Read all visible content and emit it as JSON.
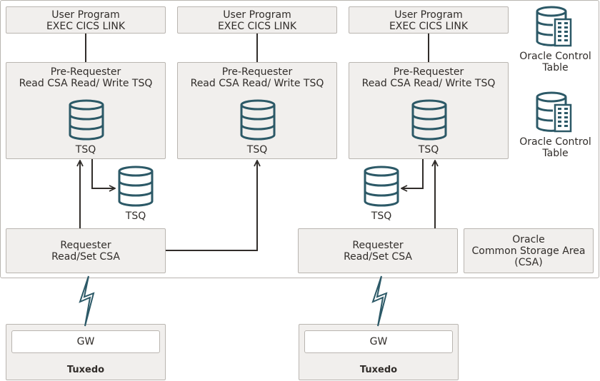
{
  "colors": {
    "accent": "#2c5967",
    "line": "#312d2a",
    "box_fill": "#f1efed",
    "box_border": "#b9b5b0"
  },
  "columns": [
    {
      "user_program": [
        "User Program",
        "EXEC CICS LINK"
      ],
      "pre_requester": [
        "Pre-Requester",
        "Read CSA Read/ Write TSQ"
      ],
      "tsq_label": "TSQ"
    },
    {
      "user_program": [
        "User Program",
        "EXEC CICS LINK"
      ],
      "pre_requester": [
        "Pre-Requester",
        "Read CSA Read/ Write TSQ"
      ],
      "tsq_label": "TSQ"
    },
    {
      "user_program": [
        "User Program",
        "EXEC CICS LINK"
      ],
      "pre_requester": [
        "Pre-Requester",
        "Read CSA Read/ Write TSQ"
      ],
      "tsq_label": "TSQ"
    }
  ],
  "external_tsq": [
    {
      "label": "TSQ",
      "icon": "database-icon"
    },
    {
      "label": "TSQ",
      "icon": "database-icon"
    }
  ],
  "oracle_control_tables": [
    {
      "label": [
        "Oracle Control",
        "Table"
      ],
      "icon": "database-table-icon"
    },
    {
      "label": [
        "Oracle Control",
        "Table"
      ],
      "icon": "database-table-icon"
    }
  ],
  "requesters": [
    {
      "label": [
        "Requester",
        "Read/Set CSA"
      ]
    },
    {
      "label": [
        "Requester",
        "Read/Set CSA"
      ]
    }
  ],
  "csa": {
    "label": [
      "Oracle",
      "Common Storage Area",
      "(CSA)"
    ]
  },
  "tuxedo": [
    {
      "gw": "GW",
      "name": "Tuxedo",
      "link_icon": "lightning-link-icon"
    },
    {
      "gw": "GW",
      "name": "Tuxedo",
      "link_icon": "lightning-link-icon"
    }
  ]
}
